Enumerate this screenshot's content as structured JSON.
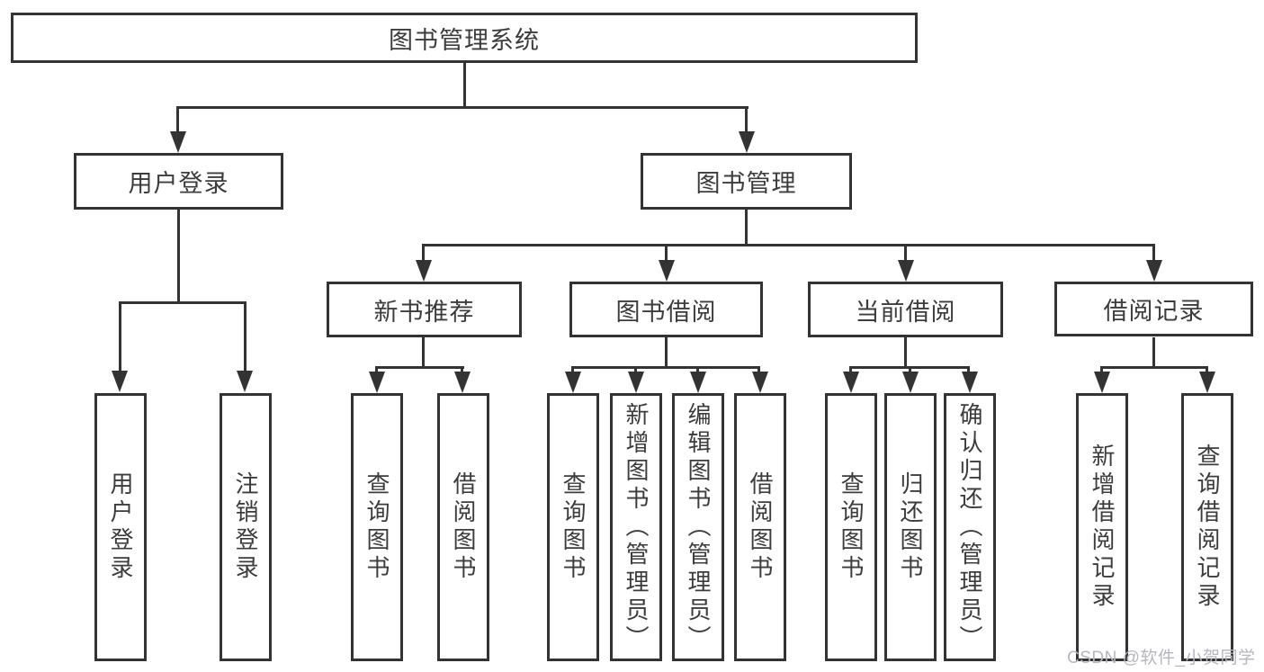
{
  "colors": {
    "line": "#333333",
    "box_border": "#333333",
    "text": "#3c3c3c",
    "watermark": "#b6b6bf",
    "background": "#ffffff"
  },
  "diagram": {
    "root": {
      "label": "图书管理系统"
    },
    "level2": {
      "user_login": {
        "label": "用户登录"
      },
      "book_mgmt": {
        "label": "图书管理"
      }
    },
    "level3": {
      "new_books": {
        "label": "新书推荐"
      },
      "book_borrow": {
        "label": "图书借阅"
      },
      "current_borrow": {
        "label": "当前借阅"
      },
      "borrow_records": {
        "label": "借阅记录"
      }
    },
    "level4": {
      "user_login_children": [
        {
          "label": "用户登录"
        },
        {
          "label": "注销登录"
        }
      ],
      "new_books_children": [
        {
          "label": "查询图书"
        },
        {
          "label": "借阅图书"
        }
      ],
      "book_borrow_children": [
        {
          "label": "查询图书"
        },
        {
          "label": "新增图书（管理员）"
        },
        {
          "label": "编辑图书（管理员）"
        },
        {
          "label": "借阅图书"
        }
      ],
      "current_borrow_children": [
        {
          "label": "查询图书"
        },
        {
          "label": "归还图书"
        },
        {
          "label": "确认归还（管理员）"
        }
      ],
      "borrow_records_children": [
        {
          "label": "新增借阅记录"
        },
        {
          "label": "查询借阅记录"
        }
      ]
    }
  },
  "watermark": {
    "text": "CSDN @软件_小贺同学"
  }
}
